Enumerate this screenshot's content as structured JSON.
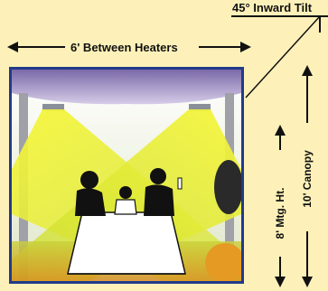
{
  "diagram": {
    "tilt_label": "45° Inward Tilt",
    "spacing_label": "6' Between Heaters",
    "mount_height_label": "8' Mtg. Ht.",
    "canopy_label": "10' Canopy"
  },
  "colors": {
    "background": "#fdf1b9",
    "frame": "#223a8a",
    "heat_beam": "#f0f02a",
    "canopy": "#b8a8d6"
  }
}
